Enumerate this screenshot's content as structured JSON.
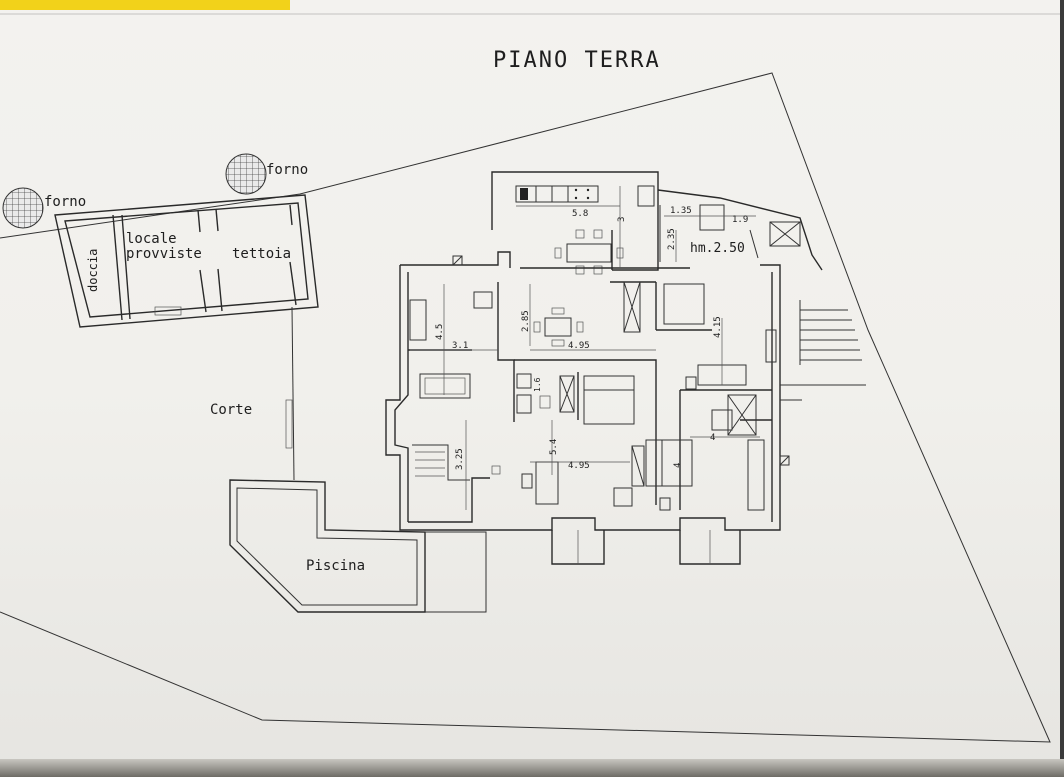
{
  "title": "PIANO TERRA",
  "labels": {
    "forno_left": "forno",
    "forno_center": "forno",
    "doccia": "doccia",
    "locale": "locale",
    "provviste": "provviste",
    "tettoia": "tettoia",
    "corte": "Corte",
    "piscina": "Piscina",
    "hm": "hm.2.50"
  },
  "dimensions": {
    "d_5_8": "5.8",
    "d_3": "3",
    "d_1_35": "1.35",
    "d_1_9": "1.9",
    "d_2_35": "2.35",
    "d_2_85": "2.85",
    "d_4_5": "4.5",
    "d_3_1": "3.1",
    "d_4_95a": "4.95",
    "d_4_15": "4.15",
    "d_1_6": "1.6",
    "d_4": "4",
    "d_4b": "4",
    "d_5_4": "5.4",
    "d_4_95b": "4.95",
    "d_3_25": "3.25"
  }
}
